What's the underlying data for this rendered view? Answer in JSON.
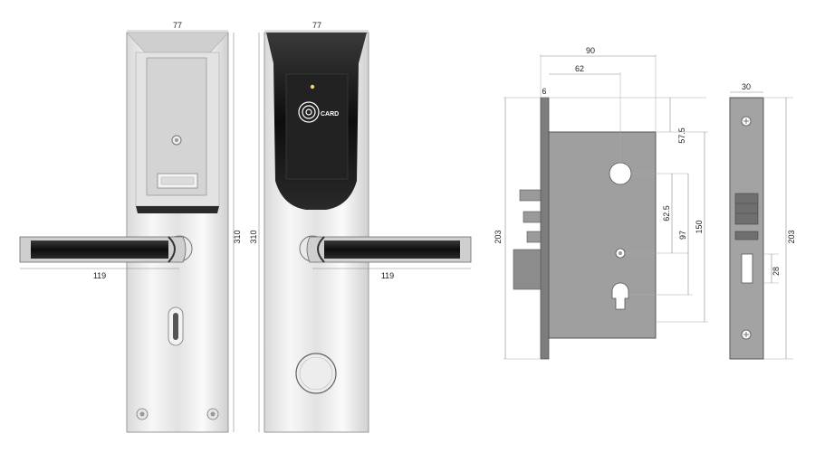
{
  "diagram": {
    "front_panel": {
      "width_label": "77",
      "height_label": "310",
      "handle_label": "119"
    },
    "back_panel": {
      "width_label": "77",
      "height_label": "310",
      "handle_label": "119",
      "reader_text": "CARD"
    },
    "mortise_body": {
      "width_label": "90",
      "backset_label": "62",
      "faceplate_label": "6",
      "top_offset_label": "57.5",
      "spindle_spacing_label": "62.5",
      "cylinder_spacing_label": "97",
      "body_height_label": "150",
      "overall_height_label": "203"
    },
    "faceplate": {
      "width_label": "30",
      "height_label": "203",
      "latch_label": "28"
    }
  }
}
